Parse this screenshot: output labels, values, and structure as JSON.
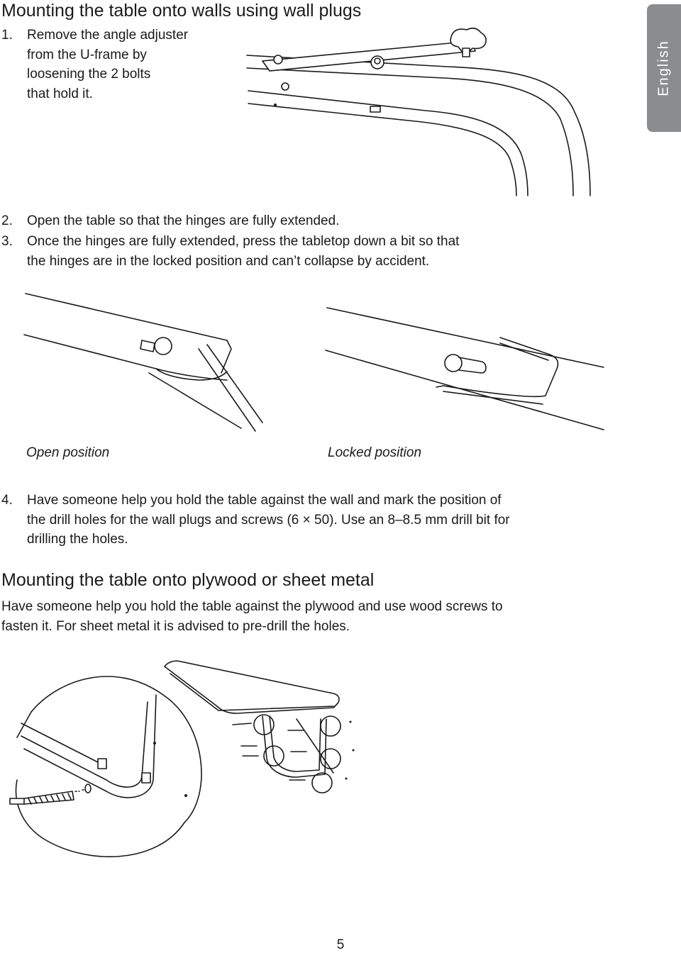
{
  "section1": {
    "heading": "Mounting the table onto walls using wall plugs",
    "steps": [
      {
        "num": "1.",
        "lines": [
          "Remove the angle adjuster",
          "from the U-frame by",
          "loosening the 2 bolts",
          "that hold it."
        ]
      },
      {
        "num": "2.",
        "lines": [
          "Open the table so that the hinges are fully extended."
        ]
      },
      {
        "num": "3.",
        "lines": [
          "Once the hinges are fully extended, press the tabletop down a bit so that",
          "the hinges are in the locked position and can’t collapse by accident."
        ]
      },
      {
        "num": "4.",
        "lines": [
          "Have someone help you hold the table against the wall and mark the position of",
          "the drill holes for the wall plugs and screws (6 × 50). Use an 8–8.5 mm drill bit for",
          "drilling the holes."
        ]
      }
    ],
    "captions": {
      "open": "Open position",
      "locked": "Locked position"
    }
  },
  "section2": {
    "heading": "Mounting the table onto plywood or sheet metal",
    "paragraph_lines": [
      "Have someone help you hold the table against the plywood and use wood screws to",
      "fasten it. For sheet metal it is advised to pre-drill the holes."
    ]
  },
  "language_tab": "English",
  "page_number": "5",
  "illustrations": [
    {
      "name": "u-frame-angle-adjuster-illustration"
    },
    {
      "name": "hinge-open-position-illustration"
    },
    {
      "name": "hinge-locked-position-illustration"
    },
    {
      "name": "table-mounting-screws-illustration"
    }
  ]
}
